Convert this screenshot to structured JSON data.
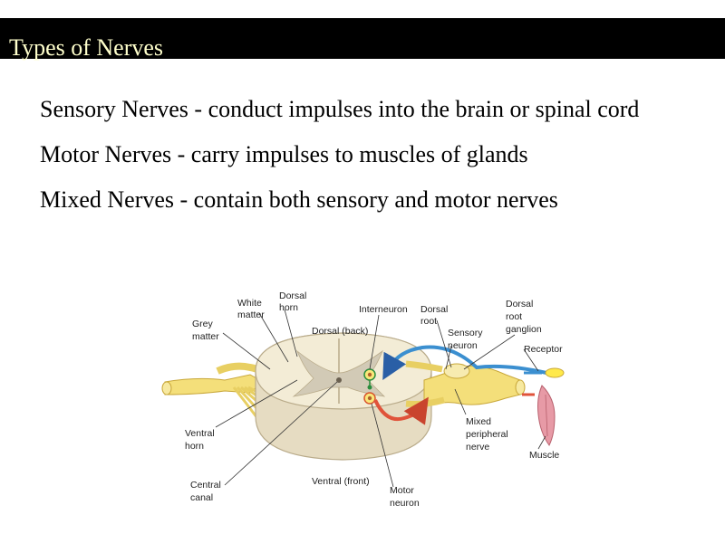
{
  "slide": {
    "title": "Types of Nerves",
    "bullets": [
      "Sensory Nerves - conduct impulses into the brain or spinal cord",
      "Motor Nerves - carry impulses to muscles of glands",
      "Mixed Nerves - contain both sensory and motor nerves"
    ]
  },
  "diagram": {
    "labels": {
      "white_matter_1": "White",
      "white_matter_2": "matter",
      "dorsal_horn_1": "Dorsal",
      "dorsal_horn_2": "horn",
      "grey_matter_1": "Grey",
      "grey_matter_2": "matter",
      "dorsal_back": "Dorsal (back)",
      "interneuron": "Interneuron",
      "dorsal_root_1": "Dorsal",
      "dorsal_root_2": "root",
      "sensory_neuron_1": "Sensory",
      "sensory_neuron_2": "neuron",
      "ganglion_1": "Dorsal",
      "ganglion_2": "root",
      "ganglion_3": "ganglion",
      "receptor": "Receptor",
      "ventral_horn_1": "Ventral",
      "ventral_horn_2": "horn",
      "mixed_nerve_1": "Mixed",
      "mixed_nerve_2": "peripheral",
      "mixed_nerve_3": "nerve",
      "muscle": "Muscle",
      "central_canal_1": "Central",
      "central_canal_2": "canal",
      "ventral_front": "Ventral (front)",
      "motor_neuron_1": "Motor",
      "motor_neuron_2": "neuron"
    },
    "colors": {
      "nerve": "#f4df7a",
      "nerve_outline": "#c9a83a",
      "cord_white": "#f3ecd6",
      "cord_grey": "#d2cab6",
      "sensory_path": "#3b8fd0",
      "motor_path": "#e0533a",
      "muscle": "#e79aa6",
      "receptor": "#ffe94a"
    }
  }
}
